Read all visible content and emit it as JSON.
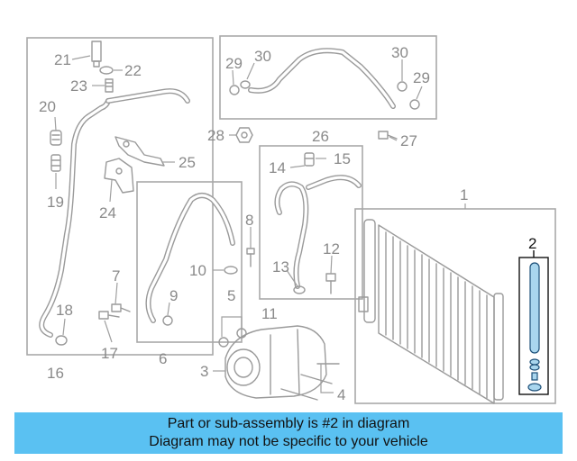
{
  "callouts": {
    "c1": "1",
    "c2": "2",
    "c3": "3",
    "c4": "4",
    "c5": "5",
    "c6": "6",
    "c7": "7",
    "c8": "8",
    "c9": "9",
    "c10": "10",
    "c11": "11",
    "c12": "12",
    "c13": "13",
    "c14": "14",
    "c15": "15",
    "c16": "16",
    "c17": "17",
    "c18": "18",
    "c19": "19",
    "c20": "20",
    "c21": "21",
    "c22": "22",
    "c23": "23",
    "c24": "24",
    "c25": "25",
    "c26": "26",
    "c27": "27",
    "c28": "28",
    "c29a": "29",
    "c29b": "29",
    "c30a": "30",
    "c30b": "30"
  },
  "highlighted_part": "2",
  "colors": {
    "highlight_fill": "#a9d6ee",
    "banner_background": "#5ac1f2",
    "line_art": "#9a9a9a"
  },
  "banner": {
    "line1": "Part or sub-assembly is #2 in diagram",
    "line2": "Diagram may not be specific to your vehicle"
  }
}
